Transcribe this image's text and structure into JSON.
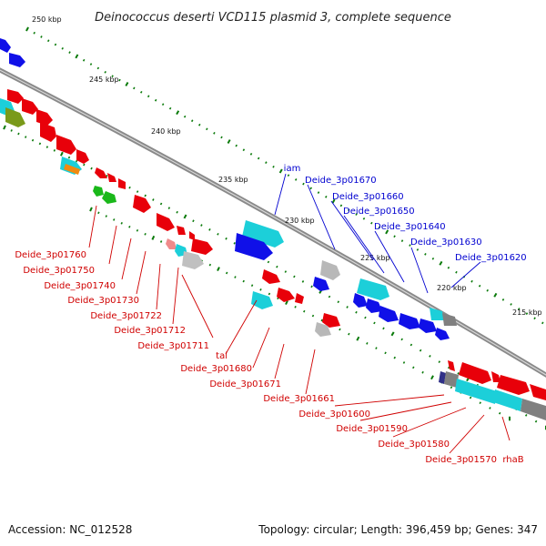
{
  "title": "Deinococcus deserti VCD115 plasmid 3, complete sequence",
  "footer": {
    "accession": "Accession: NC_012528",
    "info": "Topology: circular; Length: 396,459 bp; Genes: 347"
  },
  "ruler_labels": [
    "250 kbp",
    "245 kbp",
    "240 kbp",
    "235 kbp",
    "230 kbp",
    "225 kbp",
    "220 kbp",
    "215 kbp"
  ],
  "colors": {
    "backbone": "#8a8a8a",
    "red": "#e8000a",
    "blue": "#1010e8",
    "cyan": "#1ccfd9",
    "gray": "#b8b8b8",
    "green": "#1ab81a",
    "olive": "#7a9a1a",
    "orange": "#f08a10",
    "navy": "#303088",
    "ticks": "#0a7a0a",
    "label_red": "#d00000",
    "label_blue": "#0000d0"
  },
  "blue_labels": [
    "iam",
    "Deide_3p01670",
    "Deide_3p01660",
    "Deide_3p01650",
    "Deide_3p01640",
    "Deide_3p01630",
    "Deide_3p01620"
  ],
  "red_labels": [
    "Deide_3p01760",
    "Deide_3p01750",
    "Deide_3p01740",
    "Deide_3p01730",
    "Deide_3p01722",
    "Deide_3p01712",
    "Deide_3p01711",
    "tal",
    "Deide_3p01680",
    "Deide_3p01671",
    "Deide_3p01661",
    "Deide_3p01600",
    "Deide_3p01590",
    "Deide_3p01580",
    "Deide_3p01570",
    "rhaB"
  ],
  "icons": [
    "pentagon-arrow-gene"
  ]
}
